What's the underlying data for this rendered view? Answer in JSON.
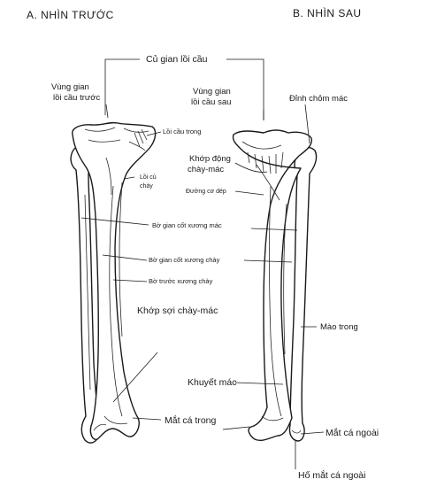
{
  "views": {
    "anterior": "A. NHÌN TRƯỚC",
    "posterior": "B. NHÌN SAU"
  },
  "labels": {
    "intercondylar_eminence": "Củ gian lồi cầu",
    "anterior_intercondylar_area_l1": "Vùng gian",
    "anterior_intercondylar_area_l2": "lồi cầu trước",
    "medial_condyle": "Lồi cầu trong",
    "tibial_tuberosity_l1": "Lồi củ",
    "tibial_tuberosity_l2": "chày",
    "posterior_intercondylar_area_l1": "Vùng gian",
    "posterior_intercondylar_area_l2": "lồi cầu sau",
    "fibular_head_apex": "Đỉnh chỏm mác",
    "tibiofibular_joint_l1": "Khớp động",
    "tibiofibular_joint_l2": "chày-mác",
    "soleal_line": "Đường cơ dép",
    "fibula_interosseous_border": "Bờ gian cốt xương mác",
    "tibia_interosseous_border": "Bờ gian cốt xương chày",
    "tibia_anterior_border": "Bờ trước xương chày",
    "tibiofibular_syndesmosis": "Khớp sợi chày-mác",
    "medial_crest": "Mào trong",
    "fibular_notch": "Khuyết mác",
    "medial_malleolus": "Mắt cá trong",
    "lateral_malleolus": "Mắt cá ngoài",
    "malleolar_fossa": "Hố mắt cá ngoài"
  }
}
